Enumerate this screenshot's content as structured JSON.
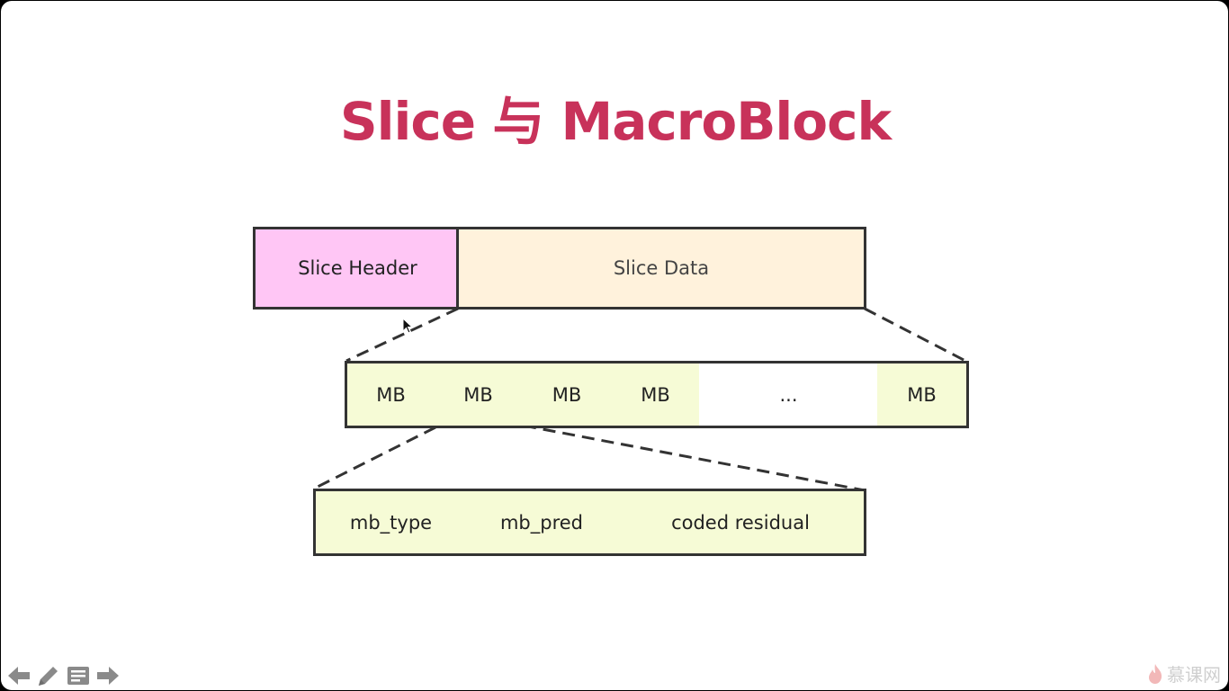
{
  "slide": {
    "title": "Slice 与 MacroBlock"
  },
  "diagram": {
    "slice": {
      "header_label": "Slice Header",
      "data_label": "Slice Data"
    },
    "macroblocks": [
      "MB",
      "MB",
      "MB",
      "MB",
      "...",
      "MB"
    ],
    "mb_fields": [
      "mb_type",
      "mb_pred",
      "coded residual"
    ],
    "colors": {
      "header_fill": "#ffc6f5",
      "data_fill": "#fff2dc",
      "mb_fill": "#f6fbd6",
      "title": "#c8325a",
      "border": "#333333"
    }
  },
  "toolbar": {
    "icons": [
      "arrow-left-icon",
      "pen-icon",
      "menu-icon",
      "arrow-right-icon"
    ]
  },
  "brand": {
    "name": "慕课网",
    "icon": "flame-icon"
  }
}
